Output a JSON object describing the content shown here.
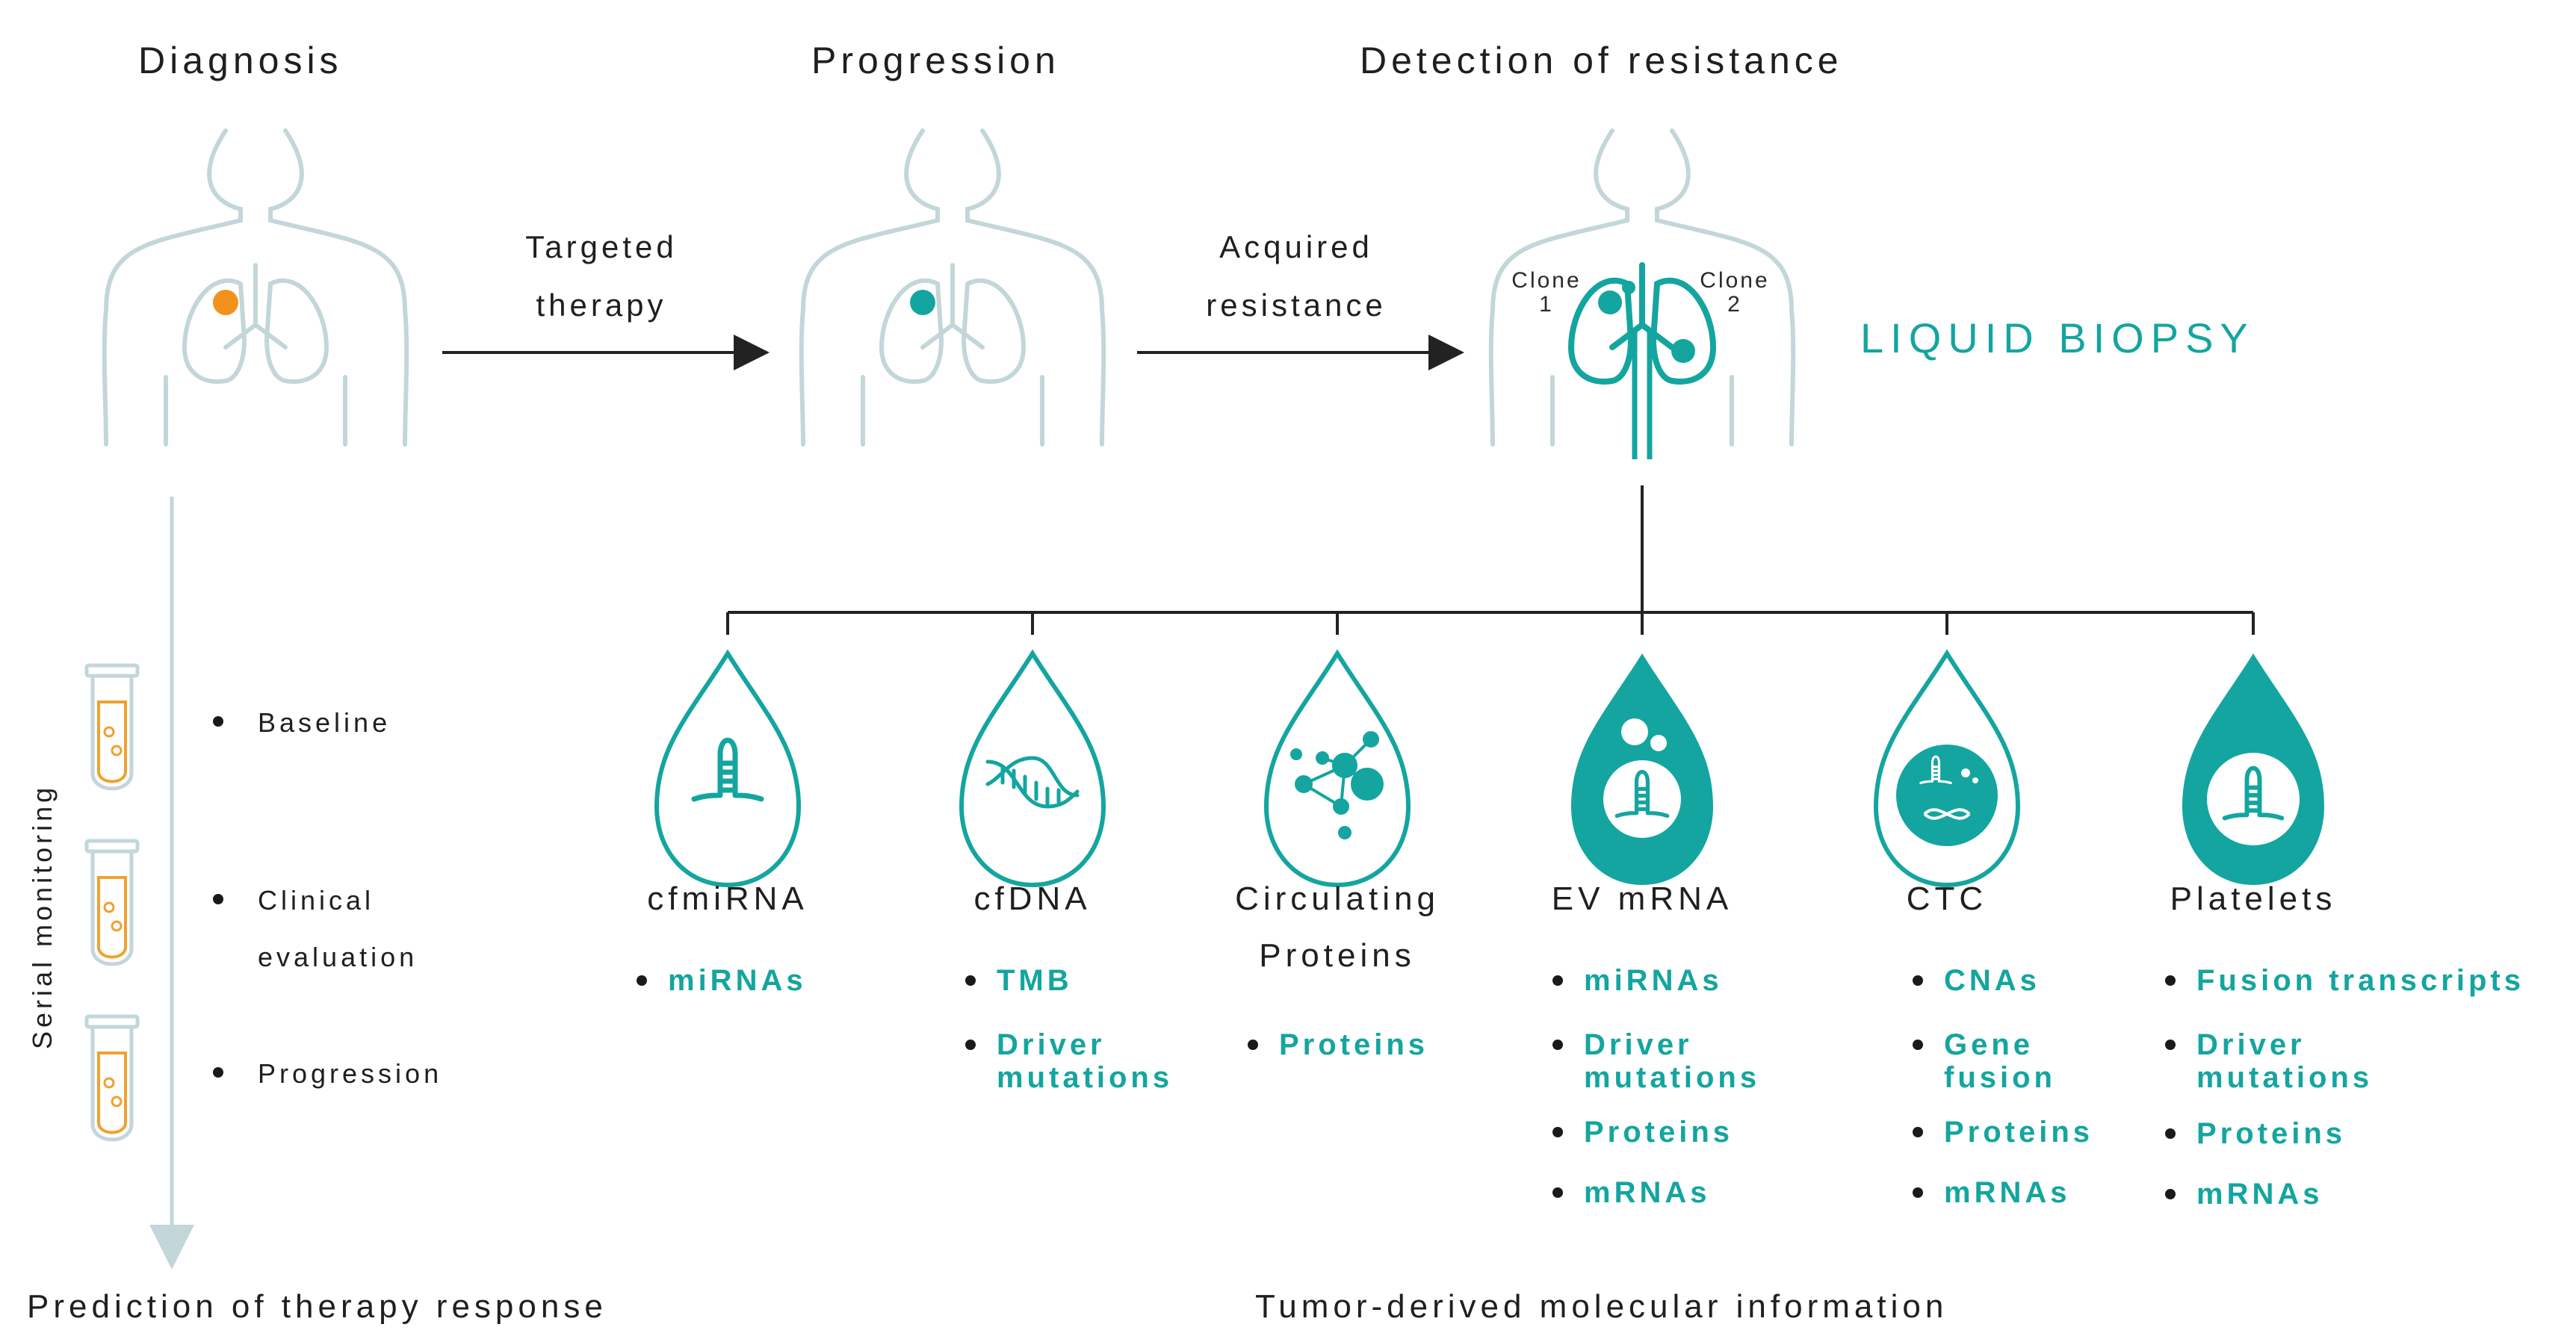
{
  "stages": {
    "diagnosis": "Diagnosis",
    "progression": "Progression",
    "detection": "Detection of resistance"
  },
  "arrows": {
    "targeted_therapy": "Targeted\ntherapy",
    "acquired_resistance": "Acquired\nresistance"
  },
  "clones": {
    "clone1": "Clone\n1",
    "clone2": "Clone\n2"
  },
  "liquid_biopsy": "LIQUID BIOPSY",
  "serial_monitoring": {
    "label": "Serial monitoring",
    "timepoints": [
      "Baseline",
      "Clinical\nevaluation",
      "Progression"
    ]
  },
  "sources": [
    {
      "label": "cfmiRNA",
      "markers": [
        "miRNAs"
      ]
    },
    {
      "label": "cfDNA",
      "markers": [
        "TMB",
        "Driver\nmutations"
      ]
    },
    {
      "label": "Circulating\nProteins",
      "markers": [
        "Proteins"
      ]
    },
    {
      "label": "EV mRNA",
      "markers": [
        "miRNAs",
        "Driver\nmutations",
        "Proteins",
        "mRNAs"
      ]
    },
    {
      "label": "CTC",
      "markers": [
        "CNAs",
        "Gene\nfusion",
        "Proteins",
        "mRNAs"
      ]
    },
    {
      "label": "Platelets",
      "markers": [
        "Fusion transcripts",
        "Driver\nmutations",
        "Proteins",
        "mRNAs"
      ]
    }
  ],
  "bottom": {
    "left": "Prediction of therapy response",
    "right": "Tumor-derived molecular information"
  },
  "colors": {
    "teal": "#14a5a0",
    "outline": "#c3d6d9",
    "tumor_orange": "#f2921d",
    "tube_orange": "#f0a030",
    "text": "#1f1f1f"
  }
}
